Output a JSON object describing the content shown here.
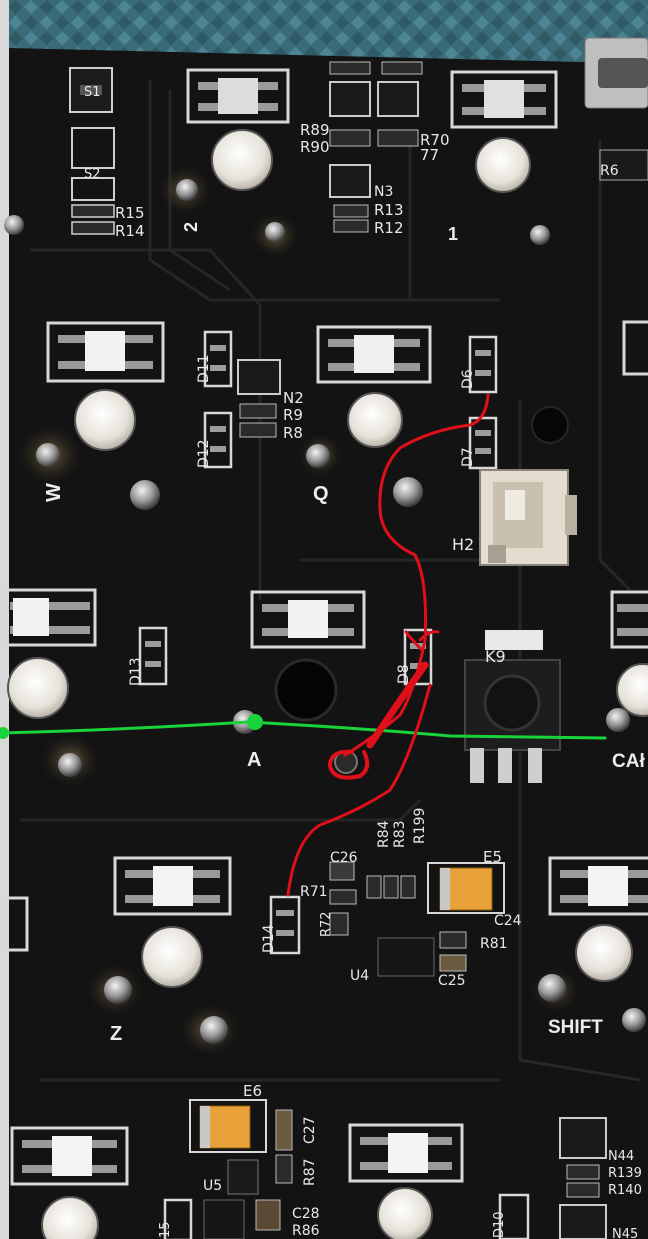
{
  "colors": {
    "board": "#121212",
    "silkscreen": "#e8e8e8",
    "mat": "#3d6f7d",
    "annotation_red": "#e0101a",
    "annotation_green": "#19d33a",
    "tantalum": "#e9a23a"
  },
  "labels": {
    "key_w": "W",
    "key_q": "Q",
    "key_a": "A",
    "key_z": "Z",
    "key_shift": "SHIFT",
    "key_caps": "CAł",
    "key_2": "2",
    "key_1": "1",
    "s1": "S1",
    "s2": "S2",
    "r15": "R15",
    "r14": "R14",
    "r89": "R89",
    "r90": "R90",
    "r70": "R70",
    "r77": "77",
    "n3": "N3",
    "r13": "R13",
    "r12": "R12",
    "r6": "R6",
    "d11": "D11",
    "d12": "D12",
    "d13": "D13",
    "d14": "D14",
    "d6": "D6",
    "d7": "D7",
    "d8": "D8",
    "n2": "N2",
    "r9": "R9",
    "r8": "R8",
    "h2": "H2",
    "k9": "K9",
    "c26": "C26",
    "r84": "R84",
    "r83": "R83",
    "r199": "R199",
    "r71": "R71",
    "r72": "R72",
    "e5": "E5",
    "c24": "C24",
    "r81": "R81",
    "u4": "U4",
    "c25": "C25",
    "e6": "E6",
    "c27": "C27",
    "r87": "R87",
    "u5": "U5",
    "c28": "C28",
    "r86": "R86",
    "n44": "N44",
    "r139": "R139",
    "r140": "R140",
    "n45": "N45",
    "d10": "D10",
    "d15": "15"
  }
}
